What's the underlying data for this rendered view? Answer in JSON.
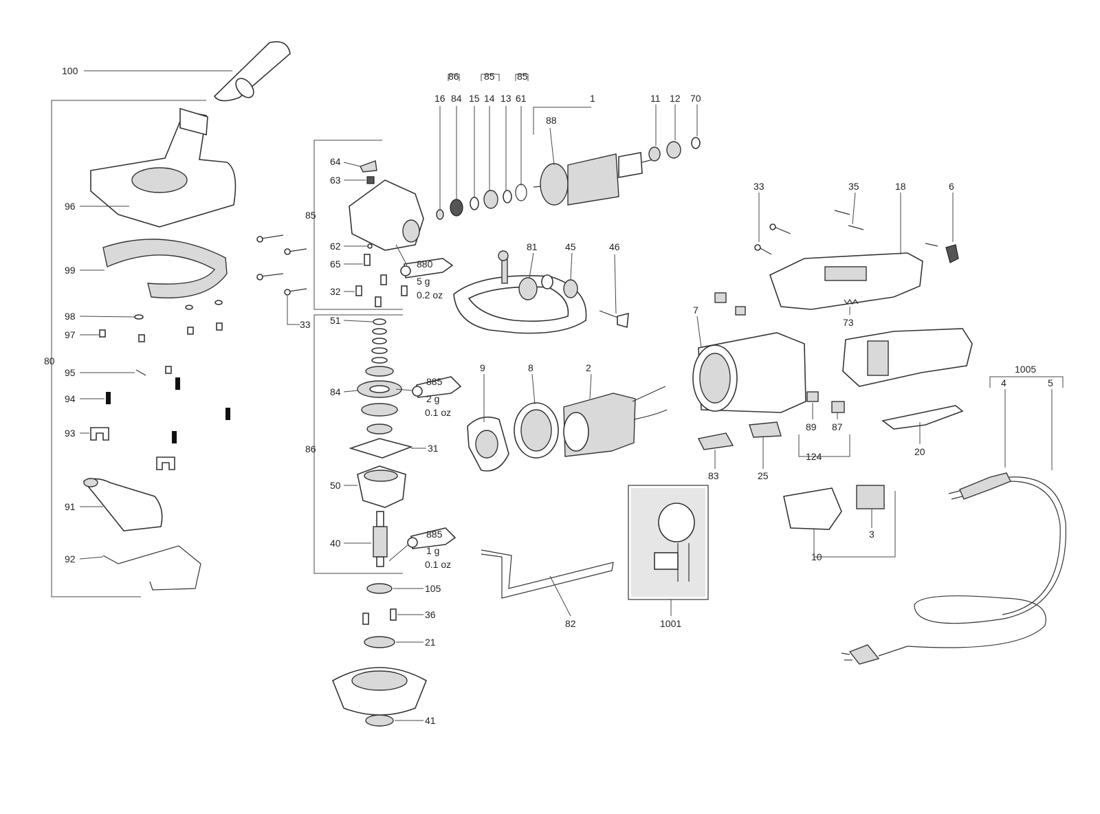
{
  "labels": {
    "p100": "100",
    "p96": "96",
    "p99": "99",
    "p98": "98",
    "p97": "97",
    "p80": "80",
    "p95": "95",
    "p94": "94",
    "p93": "93",
    "p91": "91",
    "p92": "92",
    "p64": "64",
    "p63": "63",
    "p85a": "85",
    "p62": "62",
    "p65": "65",
    "p32": "32",
    "p33a": "33",
    "p880": "880",
    "g880_qty": "5 g",
    "g880_oz": "0.2 oz",
    "p86a": "86",
    "p85b": "85",
    "p85c": "85",
    "p16": "16",
    "p84a": "84",
    "p15": "15",
    "p14": "14",
    "p13": "13",
    "p61": "61",
    "p1": "1",
    "p88": "88",
    "p11": "11",
    "p12": "12",
    "p70": "70",
    "p51": "51",
    "p84b": "84",
    "p885a": "885",
    "g885a_qty": "2 g",
    "g885a_oz": "0.1 oz",
    "p31": "31",
    "p86b": "86",
    "p50": "50",
    "p40": "40",
    "p885b": "885",
    "g885b_qty": "1 g",
    "g885b_oz": "0.1 oz",
    "p105": "105",
    "p36": "36",
    "p21": "21",
    "p41": "41",
    "p81": "81",
    "p45": "45",
    "p46": "46",
    "p9": "9",
    "p8": "8",
    "p2": "2",
    "p82": "82",
    "p7": "7",
    "p83": "83",
    "p25": "25",
    "p1001": "1001",
    "p33b": "33",
    "p35": "35",
    "p18": "18",
    "p6": "6",
    "p73": "73",
    "p89": "89",
    "p87": "87",
    "p124": "124",
    "p20": "20",
    "p10": "10",
    "p3": "3",
    "p1005": "1005",
    "p4": "4",
    "p5": "5"
  },
  "colors": {
    "line": "#333333",
    "label": "#222222",
    "shade": "#d9d9d9",
    "background": "#ffffff"
  },
  "icons": [
    "exploded-view-drawing"
  ]
}
